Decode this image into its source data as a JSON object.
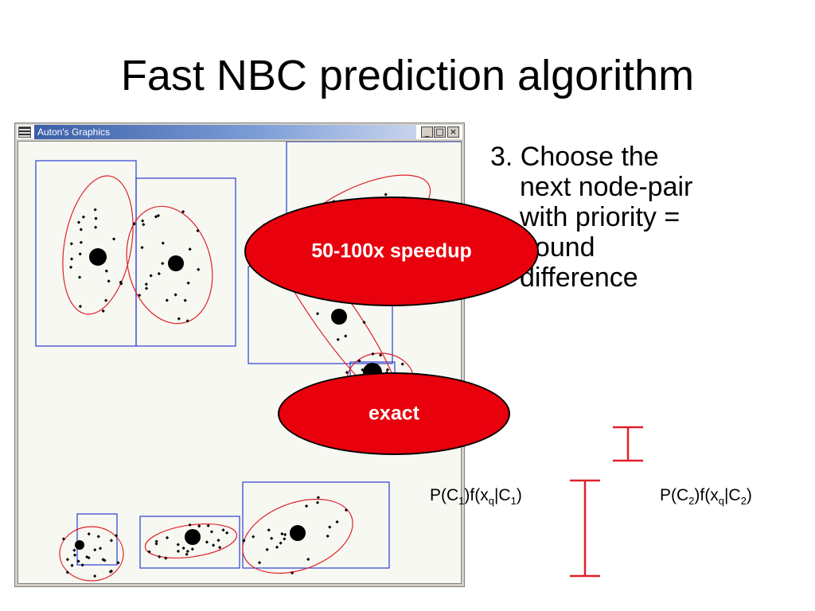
{
  "slide": {
    "title": "Fast NBC prediction algorithm",
    "bullet_lines": [
      "3. Choose the",
      "next node-pair",
      "with priority =",
      "bound",
      "difference"
    ]
  },
  "window": {
    "title": "Auton's Graphics",
    "minimize_glyph": "_",
    "maximize_glyph": "□",
    "close_glyph": "×"
  },
  "callouts": {
    "speedup": "50-100x speedup",
    "exact": "exact"
  },
  "formulas": {
    "c1": {
      "p": "P(C",
      "s1": "1",
      "mid": ")f(x",
      "s2": "q",
      "bar": "|C",
      "s3": "1",
      "end": ")"
    },
    "c2": {
      "p": "P(C",
      "s1": "2",
      "mid": ")f(x",
      "s2": "q",
      "bar": "|C",
      "s3": "2",
      "end": ")"
    }
  },
  "colors": {
    "box_stroke": "#2a3fd0",
    "ellipse_stroke": "#e0202a",
    "point_fill": "#000000",
    "callout_fill": "#e8000c",
    "errorbar": "#e0202a",
    "titlebar_blue": "#3a5fa8"
  }
}
